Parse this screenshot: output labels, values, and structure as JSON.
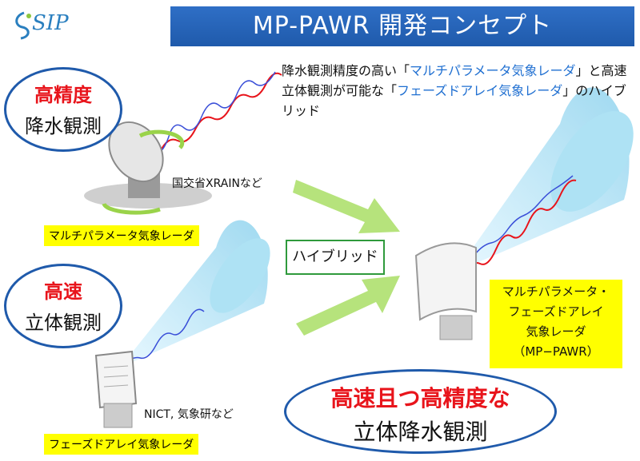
{
  "header": {
    "title": "MP-PAWR 開発コンセプト",
    "logo_text": "SIP"
  },
  "top_oval": {
    "line1": "高精度",
    "line2": "降水観測"
  },
  "bottom_oval": {
    "line1": "高速",
    "line2": "立体観測"
  },
  "result_oval": {
    "line1": "高速且つ高精度な",
    "line2": "立体降水観測"
  },
  "description": {
    "part1": "降水観測精度の高い「",
    "hl1": "マルチパラメータ気象レーダ",
    "part2": "」と高速立体観測が可能な「",
    "hl2": "フェーズドアレイ気象レーダ",
    "part3": "」のハイブリッド"
  },
  "labels": {
    "xrain": "国交省XRAINなど",
    "mp_radar": "マルチパラメータ気象レーダ",
    "nict": "NICT, 気象研など",
    "pa_radar": "フェーズドアレイ気象レーダ",
    "hybrid": "ハイブリッド"
  },
  "mp_pawr_box": {
    "line1": "マルチパラメータ・",
    "line2": "フェーズドアレイ",
    "line3": "気象レーダ",
    "line4": "（MP−PAWR）"
  },
  "colors": {
    "banner": "#1f5aab",
    "accent_red": "#e8141b",
    "highlight_blue": "#1f6fd1",
    "label_bg": "#ffff00",
    "arrow_green": "#b6e37c"
  }
}
